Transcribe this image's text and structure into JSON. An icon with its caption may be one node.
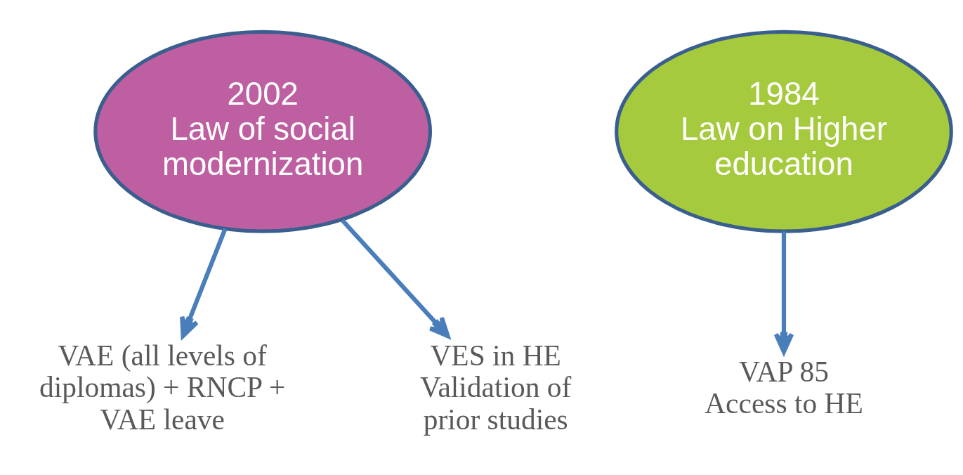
{
  "diagram": {
    "nodes": [
      {
        "text": [
          "2002",
          "Law of social modernization"
        ]
      },
      {
        "text": [
          "VAE (all levels of diplomas) + RNCP + VAE leave"
        ]
      },
      {
        "text": [
          "VES in HE",
          "Validation of prior studies"
        ]
      },
      {
        "text": [
          "1984",
          "Law on Higher education"
        ]
      },
      {
        "text": [
          "VAP 85",
          "Access to HE"
        ]
      }
    ],
    "edges": [
      {
        "from": 0,
        "to": 1,
        "arrow": "to"
      },
      {
        "from": 0,
        "to": 2,
        "arrow": "to"
      },
      {
        "from": 3,
        "to": 4,
        "arrow": "to"
      }
    ]
  }
}
